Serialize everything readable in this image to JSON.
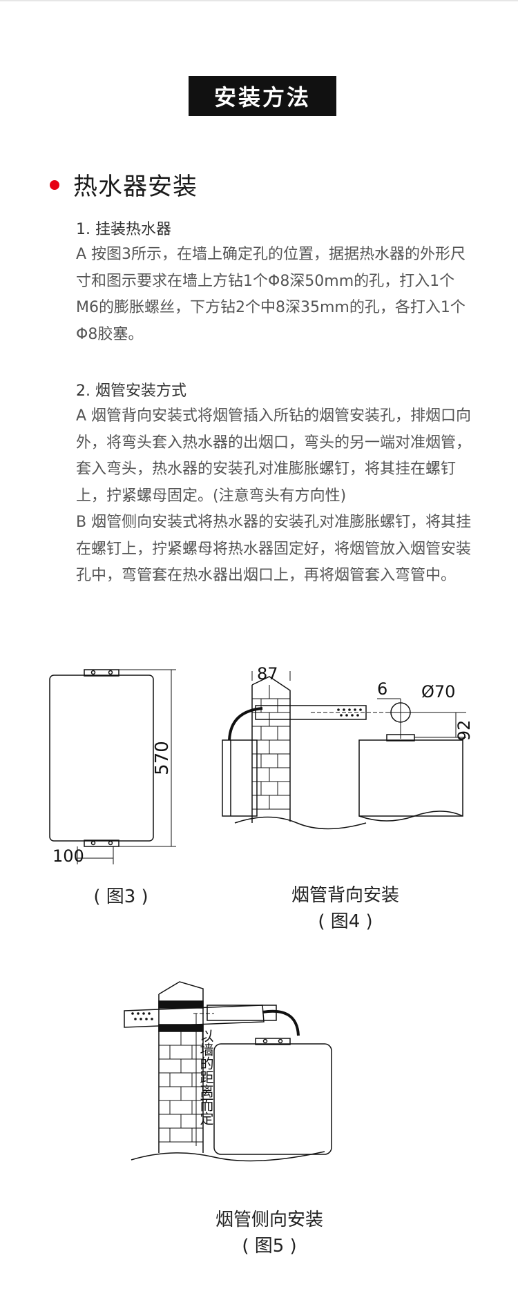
{
  "banner": {
    "title": "安装方法"
  },
  "section": {
    "title": "热水器安装"
  },
  "step1": {
    "title": "1. 挂装热水器",
    "text": "A 按图3所示，在墙上确定孔的位置，据据热水器的外形尺寸和图示要求在墙上方钻1个Φ8深50mm的孔，打入1个M6的膨胀螺丝，下方钻2个中8深35mm的孔，各打入1个Φ8胶塞。"
  },
  "step2": {
    "title": "2. 烟管安装方式",
    "text_a": "A 烟管背向安装式将烟管插入所钻的烟管安装孔，排烟口向外，将弯头套入热水器的出烟口，弯头的另一端对准烟管，套入弯头，热水器的安装孔对准膨胀螺钉，将其挂在螺钉上，拧紧螺母固定。(注意弯头有方向性)",
    "text_b": "B 烟管侧向安装式将热水器的安装孔对准膨胀螺钉，将其挂在螺钉上，拧紧螺母将热水器固定好，将烟管放入烟管安装孔中，弯管套在热水器出烟口上，再将烟管套入弯管中。"
  },
  "figure3": {
    "dim_height": "570",
    "dim_width": "100",
    "caption": "( 图3 )"
  },
  "figure4": {
    "dim_wall": "87",
    "dim_offset": "6",
    "dim_diameter": "Ø70",
    "dim_drop": "92",
    "caption_title": "烟管背向安装",
    "caption": "( 图4 )"
  },
  "figure5": {
    "dim_label": "以墙的距离而定",
    "caption_title": "烟管侧向安装",
    "caption": "( 图5 )"
  },
  "colors": {
    "accent_red": "#e60012",
    "banner_bg": "#111111"
  }
}
